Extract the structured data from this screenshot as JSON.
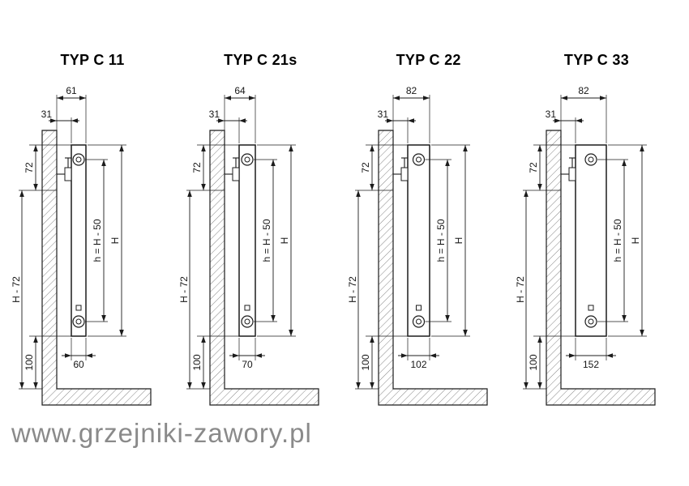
{
  "watermark": "www.grzejniki-zawory.pl",
  "colors": {
    "line": "#1c1c1c",
    "hatch": "#777777",
    "background": "#ffffff",
    "watermark": "#8a8a8a"
  },
  "panels": [
    {
      "title": "TYP C 11",
      "top_width": "61",
      "wall_gap": "31",
      "top_offset": "72",
      "wall_height": "H - 72",
      "floor_gap": "100",
      "inner_height": "h = H - 50",
      "total_height": "H",
      "bottom_width": "60"
    },
    {
      "title": "TYP C 21s",
      "top_width": "64",
      "wall_gap": "31",
      "top_offset": "72",
      "wall_height": "H - 72",
      "floor_gap": "100",
      "inner_height": "h = H - 50",
      "total_height": "H",
      "bottom_width": "70"
    },
    {
      "title": "TYP C 22",
      "top_width": "82",
      "wall_gap": "31",
      "top_offset": "72",
      "wall_height": "H - 72",
      "floor_gap": "100",
      "inner_height": "h = H - 50",
      "total_height": "H",
      "bottom_width": "102"
    },
    {
      "title": "TYP C 33",
      "top_width": "82",
      "wall_gap": "31",
      "top_offset": "72",
      "wall_height": "H - 72",
      "floor_gap": "100",
      "inner_height": "h = H - 50",
      "total_height": "H",
      "bottom_width": "152"
    }
  ]
}
